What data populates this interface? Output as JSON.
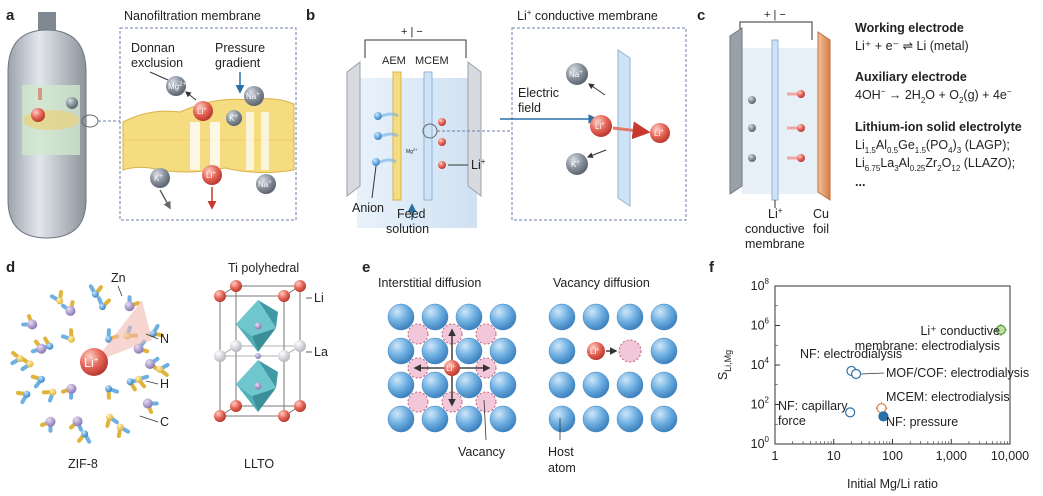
{
  "panels": {
    "a": {
      "letter": "a",
      "title": "Nanofiltration membrane",
      "donnan": [
        "Donnan",
        "exclusion"
      ],
      "pressure": [
        "Pressure",
        "gradient"
      ],
      "ions": {
        "mg": "Mg",
        "mg_sup": "2+",
        "li": "Li",
        "li_sup": "+",
        "k": "K",
        "k_sup": "+",
        "na": "Na",
        "na_sup": "+"
      }
    },
    "b": {
      "letter": "b",
      "title_pre": "Li",
      "title_sup": "+",
      "title_post": " conductive membrane",
      "aem": "AEM",
      "mcem": "MCEM",
      "li": "Li",
      "li_sup": "+",
      "mg_small": "Mg",
      "mg_small_sup": "2+",
      "anion": "Anion",
      "feed": [
        "Feed",
        "solution"
      ],
      "field": [
        "Electric",
        "field"
      ],
      "polarity": "+ | −"
    },
    "c": {
      "letter": "c",
      "polarity": "+ | −",
      "membrane_label": [
        "Li",
        "conductive",
        "membrane"
      ],
      "membrane_sup": "+",
      "cu": [
        "Cu",
        "foil"
      ],
      "working_title": "Working electrode",
      "working_eq": "Li⁺ + e⁻ ⇌ Li (metal)",
      "aux_title": "Auxiliary electrode",
      "aux_eq_parts": [
        "4OH",
        "−",
        " → 2H",
        "2",
        "O + O",
        "2",
        "(g) + 4e",
        "−"
      ],
      "solid_title": "Lithium-ion solid electrolyte",
      "lagp": [
        "Li",
        "1.5",
        "Al",
        "0.5",
        "Ge",
        "1.5",
        "(PO",
        "4",
        ")",
        "3",
        " (LAGP);"
      ],
      "llazo": [
        "Li",
        "6.75",
        "La",
        "3",
        "Al",
        "0.25",
        "Zr",
        "2",
        "O",
        "12",
        " (LLAZO);"
      ],
      "ellipsis": "..."
    },
    "d": {
      "letter": "d",
      "zif_label": "ZIF-8",
      "llto_label": "LLTO",
      "ti_poly": "Ti polyhedral",
      "atoms": {
        "zn": "Zn",
        "n": "N",
        "h": "H",
        "c": "C",
        "li": "Li",
        "la": "La"
      },
      "li_ion": "Li",
      "li_ion_sup": "+"
    },
    "e": {
      "letter": "e",
      "interstitial": "Interstitial diffusion",
      "vacancy_diff": "Vacancy diffusion",
      "vacancy": "Vacancy",
      "host": [
        "Host",
        "atom"
      ],
      "li": "Li",
      "li_sup": "+"
    },
    "f": {
      "letter": "f"
    }
  },
  "colors": {
    "panel_border": "#6b7ea8",
    "host_blue": "#5d9fd6",
    "li_red": "#e05548",
    "k_gray": "#77808c",
    "vacancy_pink": "#f2c7da",
    "membrane_yellow": "#f6dc80",
    "arrow_blue": "#2a6fa6",
    "copper": "#e49a6b"
  },
  "chart_data": {
    "type": "scatter",
    "title": "",
    "xlabel": "Initial Mg/Li ratio",
    "ylabel": "S",
    "ylabel_sub": "Li,Mg",
    "xscale": "log",
    "yscale": "log",
    "xlim": [
      1,
      10000
    ],
    "ylim": [
      1,
      100000000
    ],
    "xticks": [
      {
        "v": 1,
        "label": "1"
      },
      {
        "v": 10,
        "label": "10"
      },
      {
        "v": 100,
        "label": "100"
      },
      {
        "v": 1000,
        "label": "1,000"
      },
      {
        "v": 10000,
        "label": "10,000"
      }
    ],
    "yticks": [
      {
        "v": 1,
        "b": "10",
        "e": "0"
      },
      {
        "v": 100,
        "b": "10",
        "e": "2"
      },
      {
        "v": 10000,
        "b": "10",
        "e": "4"
      },
      {
        "v": 1000000,
        "b": "10",
        "e": "6"
      },
      {
        "v": 100000000,
        "b": "10",
        "e": "8"
      }
    ],
    "points": [
      {
        "name": "li-conductive",
        "x": 7000,
        "y": 600000,
        "fill": "#bfe1a4",
        "stroke": "#5a9a3a",
        "err": true
      },
      {
        "name": "nf-electrodialysis",
        "x": 20,
        "y": 5000,
        "fill": "#ffffff",
        "stroke": "#2a6fa6",
        "err": false
      },
      {
        "name": "mof-cof",
        "x": 24,
        "y": 3500,
        "fill": "#ffffff",
        "stroke": "#2a6fa6",
        "err": false
      },
      {
        "name": "mcem",
        "x": 65,
        "y": 65,
        "fill": "#ffffff",
        "stroke": "#e07a3a",
        "err": true
      },
      {
        "name": "nf-pressure",
        "x": 70,
        "y": 25,
        "fill": "#2a6fa6",
        "stroke": "#2a6fa6",
        "err": false
      },
      {
        "name": "nf-capillary",
        "x": 19,
        "y": 40,
        "fill": "#ffffff",
        "stroke": "#2a6fa6",
        "err": false
      }
    ],
    "annotations": [
      {
        "lines": [
          "Li⁺ conductive",
          "membrane: electrodialysis"
        ]
      },
      {
        "lines": [
          "NF: electrodialysis"
        ]
      },
      {
        "lines": [
          "MOF/COF: electrodialysis"
        ]
      },
      {
        "lines": [
          "MCEM: electrodialysis"
        ]
      },
      {
        "lines": [
          "NF: pressure"
        ]
      },
      {
        "lines": [
          "NF: capillary",
          "force"
        ]
      }
    ]
  }
}
